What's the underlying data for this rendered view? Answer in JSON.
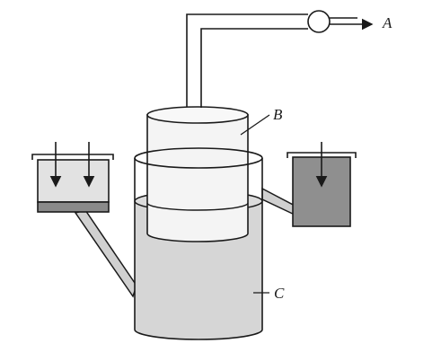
{
  "labels": {
    "a": "A",
    "b": "B",
    "c": "C"
  },
  "colors": {
    "outline": "#1a1a1a",
    "body_fill": "#ececec",
    "liquid_fill": "#d6d6d6",
    "left_tank_fill": "#e2e2e2",
    "left_tank_base": "#8a8a8a",
    "right_tank_fill": "#8f8f8f",
    "background": "#ffffff"
  }
}
